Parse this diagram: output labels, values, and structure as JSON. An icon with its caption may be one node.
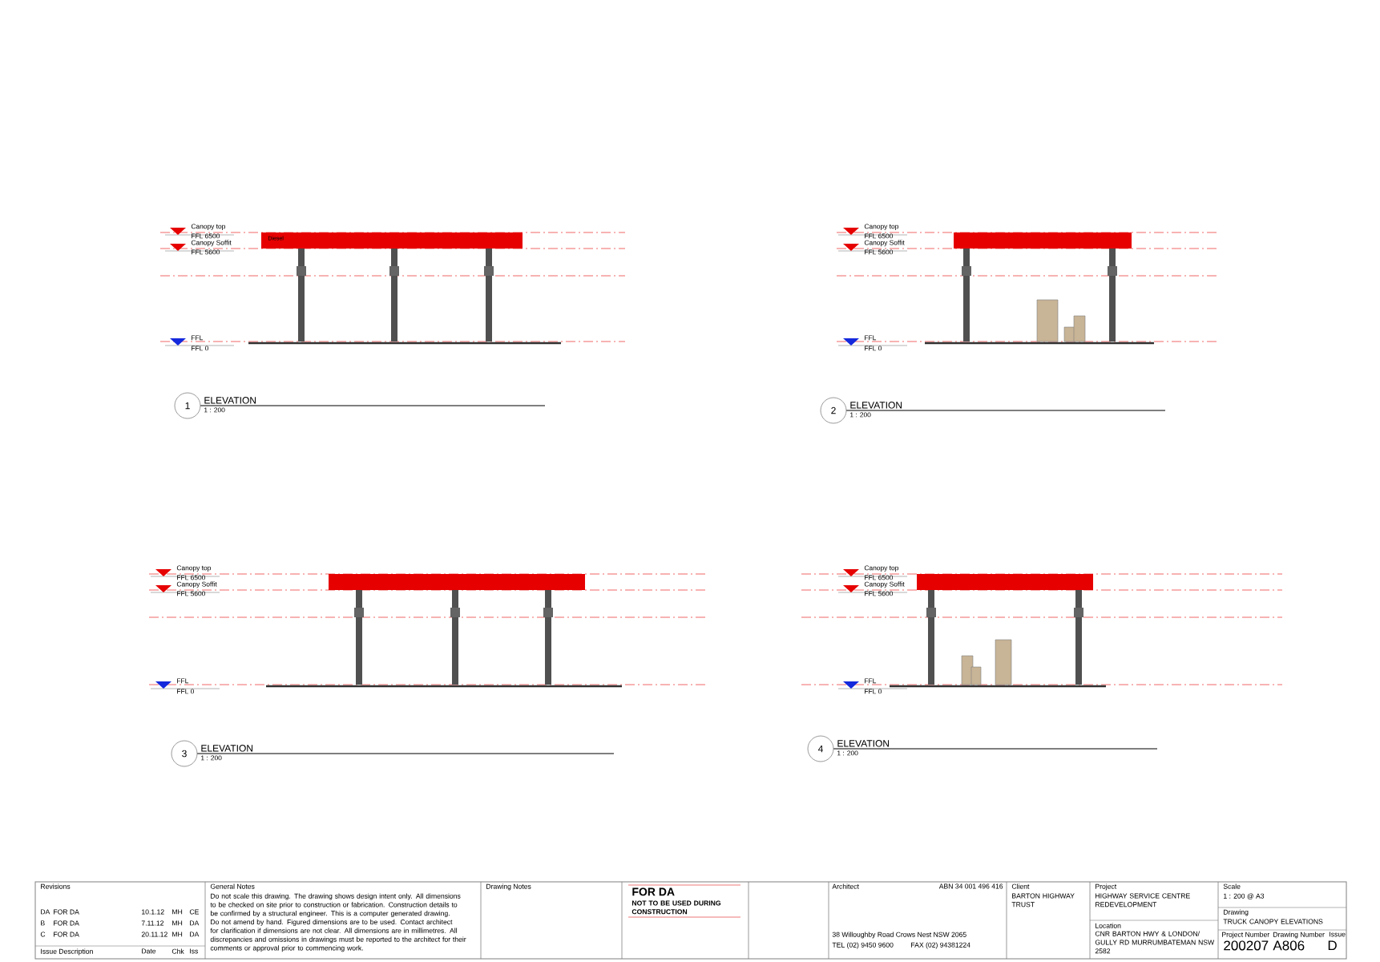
{
  "diagram": {
    "labels": [
      "Canopy top",
      "FFL 6500",
      "Canopy Soffit",
      "FFL 5600",
      "Diesel",
      "FFL",
      "FFL 0",
      "1",
      "ELEVATION",
      "1 : 200",
      "Canopy top",
      "FFL 6500",
      "Canopy Soffit",
      "FFL 5600",
      "FFL",
      "FFL 0",
      "2",
      "ELEVATION",
      "1 : 200",
      "Canopy top",
      "FFL 6500",
      "Canopy Soffit",
      "FFL 5600",
      "FFL",
      "FFL 0",
      "3",
      "ELEVATION",
      "1 : 200",
      "Canopy top",
      "FFL 6500",
      "Canopy Soffit",
      "FFL 5600",
      "FFL",
      "FFL 0",
      "4",
      "ELEVATION",
      "1 : 200",
      "Revisions",
      "DA",
      "FOR DA",
      "10.1.12",
      "MH",
      "CE",
      "B",
      "FOR DA",
      "7.11.12",
      "MH",
      "DA",
      "C",
      "FOR DA",
      "20.11.12",
      "MH",
      "DA",
      "Issue Description",
      "Date",
      "Chk",
      "Iss",
      "General Notes",
      "Do not scale this drawing. The drawing shows design intent only. All dimensions to be checked on site prior to construction or fabrication. Construction details to be confirmed by a structural engineer. This is a computer generated drawing. Do not amend by hand. Figured dimensions are to be used. Contact architect for clarification if dimensions are not clear. All dimensions are in millimetres. All discrepancies and omissions in drawings must be reported to the architect for their comments or approval prior to commencing work.",
      "Drawing Notes",
      "FOR DA",
      "NOT TO BE USED DURING CONSTRUCTION",
      "Architect",
      "ABN 34 001 496 416",
      "38 Willoughby Road  Crows Nest  NSW 2065",
      "TEL (02) 9450 9600",
      "FAX (02) 94381224",
      "Client",
      "BARTON HIGHWAY TRUST",
      "Project",
      "HIGHWAY SERVICE CENTRE REDEVELOPMENT",
      "Location",
      "CNR BARTON HWY & LONDON/ GULLY RD MURRUMBATEMAN NSW 2582",
      "Scale",
      "1 : 200 @ A3",
      "Drawing",
      "TRUCK CANOPY ELEVATIONS",
      "Project Number",
      "Drawing Number",
      "Issue",
      "200207",
      "A806",
      "D"
    ]
  }
}
